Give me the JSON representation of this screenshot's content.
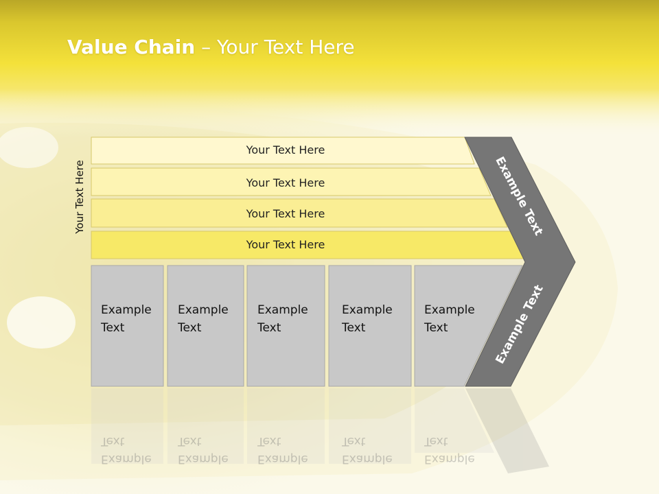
{
  "title": {
    "bold": "Value Chain",
    "rest": " – Your Text Here"
  },
  "diagram": {
    "side_label": "Your Text Here",
    "bands": [
      "Your Text Here",
      "Your Text Here",
      "Your Text Here",
      "Your Text Here"
    ],
    "boxes": [
      {
        "line1": "Example",
        "line2": "Text"
      },
      {
        "line1": "Example",
        "line2": "Text"
      },
      {
        "line1": "Example",
        "line2": "Text"
      },
      {
        "line1": "Example",
        "line2": "Text"
      },
      {
        "line1": "Example",
        "line2": "Text"
      }
    ],
    "chevron_upper": "Example Text",
    "chevron_lower": "Example Text"
  },
  "colors": {
    "header_yellow": "#f4e13a",
    "band_1": "#fff8cf",
    "band_2": "#fdf4b3",
    "band_3": "#faee94",
    "band_4": "#f7e967",
    "box_gray": "#c8c8c8",
    "chevron_gray": "#767676"
  }
}
